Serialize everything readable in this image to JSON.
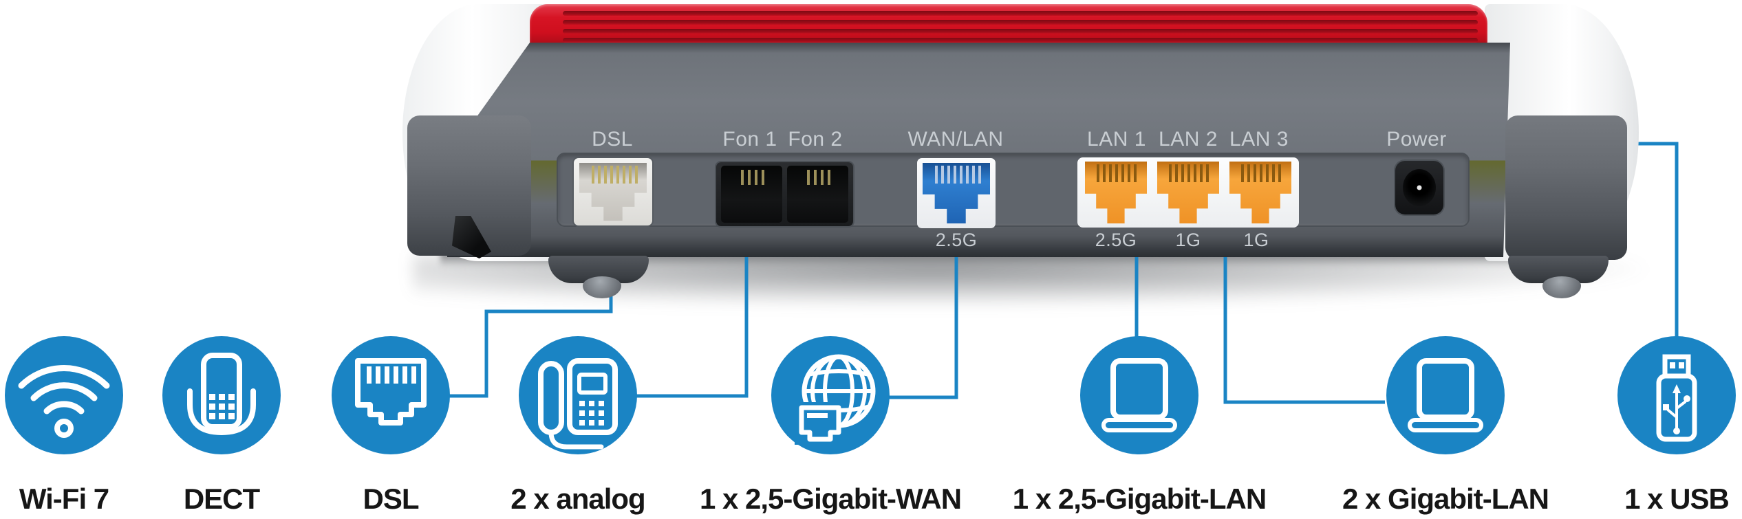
{
  "colors": {
    "accent_blue": "#1a84c4",
    "brand_red": "#d01120",
    "body_gray": "#6e737a",
    "router_label_gray": "#c9ced3",
    "label_black": "#161616",
    "lan_orange": "#f49b2e",
    "wan_port_blue": "#2471c2"
  },
  "router": {
    "ports": [
      {
        "name": "dsl",
        "label": "DSL"
      },
      {
        "name": "fon1",
        "label": "Fon 1"
      },
      {
        "name": "fon2",
        "label": "Fon 2"
      },
      {
        "name": "wan",
        "label": "WAN/LAN",
        "speed": "2.5G"
      },
      {
        "name": "lan1",
        "label": "LAN 1",
        "speed": "2.5G"
      },
      {
        "name": "lan2",
        "label": "LAN 2",
        "speed": "1G"
      },
      {
        "name": "lan3",
        "label": "LAN 3",
        "speed": "1G"
      },
      {
        "name": "power",
        "label": "Power"
      }
    ]
  },
  "features": [
    {
      "icon": "wifi-icon",
      "label": "Wi-Fi 7"
    },
    {
      "icon": "dect-handset-icon",
      "label": "DECT"
    },
    {
      "icon": "dsl-jack-icon",
      "label": "DSL"
    },
    {
      "icon": "analog-phone-icon",
      "label": "2 x analog"
    },
    {
      "icon": "globe-wan-icon",
      "label": "1 x 2,5-Gigabit-WAN"
    },
    {
      "icon": "laptop-icon",
      "label": "1 x 2,5-Gigabit-LAN"
    },
    {
      "icon": "laptop-icon",
      "label": "2 x Gigabit-LAN"
    },
    {
      "icon": "usb-stick-icon",
      "label": "1 x USB"
    }
  ]
}
